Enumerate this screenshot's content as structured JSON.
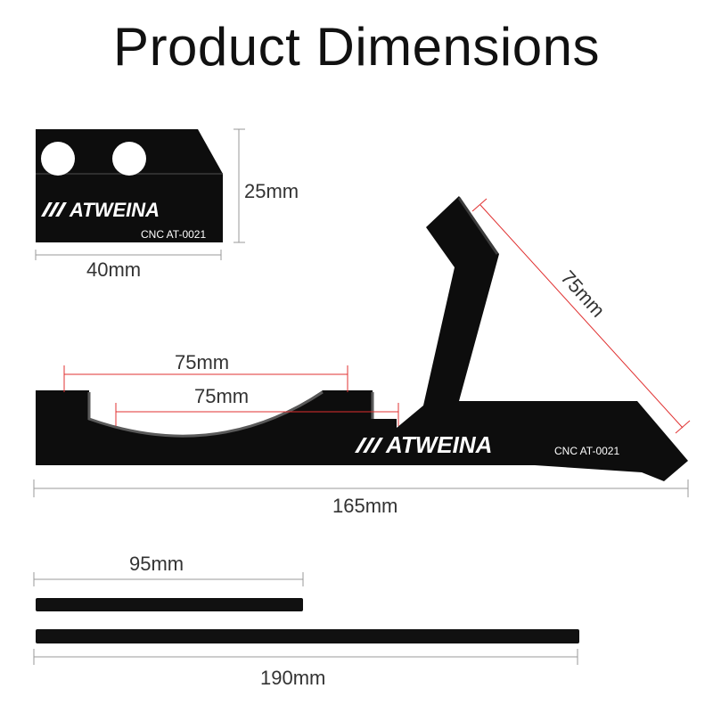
{
  "title": "Product Dimensions",
  "brand": "ATWEINA",
  "part_code": "CNC  AT-0021",
  "dimensions": {
    "small_height": "25mm",
    "small_width": "40mm",
    "arm_span": "75mm",
    "upper_span": "75mm",
    "lower_span": "75mm",
    "total_length": "165mm",
    "short_rod": "95mm",
    "long_rod": "190mm"
  },
  "colors": {
    "part": "#0d0d0d",
    "dimension_line": "#e03030",
    "gray_line": "#9a9a9a",
    "text": "#333333"
  }
}
